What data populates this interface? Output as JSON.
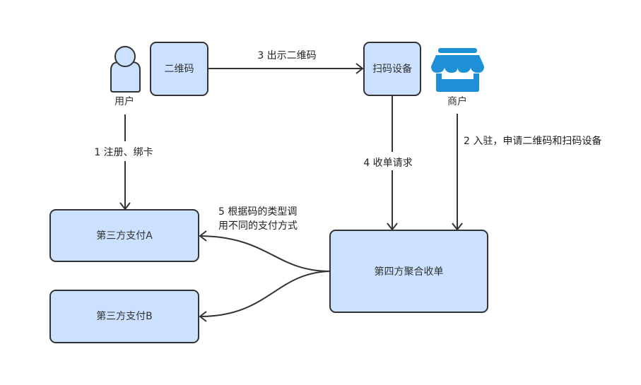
{
  "diagram": {
    "colors": {
      "box_fill": "#cce0ff",
      "box_stroke": "#333333",
      "edge": "#333333",
      "merchant_icon": "#1e90d8",
      "user_icon_fill": "#cce0ff"
    },
    "actors": {
      "user": {
        "label": "用户",
        "icon": "user-icon"
      },
      "merchant": {
        "label": "商户",
        "icon": "store-icon"
      }
    },
    "nodes": {
      "qrcode": {
        "label": "二维码"
      },
      "scanner": {
        "label": "扫码设备"
      },
      "pay_a": {
        "label": "第三方支付A"
      },
      "pay_b": {
        "label": "第三方支付B"
      },
      "aggregator": {
        "label": "第四方聚合收单"
      }
    },
    "edges": {
      "e1": {
        "label": "1  注册、绑卡",
        "from": "user",
        "to": "pay_a"
      },
      "e2": {
        "label": "2 入驻，申请二维码和扫码设备",
        "from": "merchant",
        "to": "aggregator"
      },
      "e3": {
        "label": "3 出示二维码",
        "from": "qrcode",
        "to": "scanner"
      },
      "e4": {
        "label": "4 收单请求",
        "from": "scanner",
        "to": "aggregator"
      },
      "e5": {
        "label_line1": "5  根据码的类型调",
        "label_line2": "用不同的支付方式",
        "from": "aggregator",
        "to": [
          "pay_a",
          "pay_b"
        ]
      }
    }
  }
}
